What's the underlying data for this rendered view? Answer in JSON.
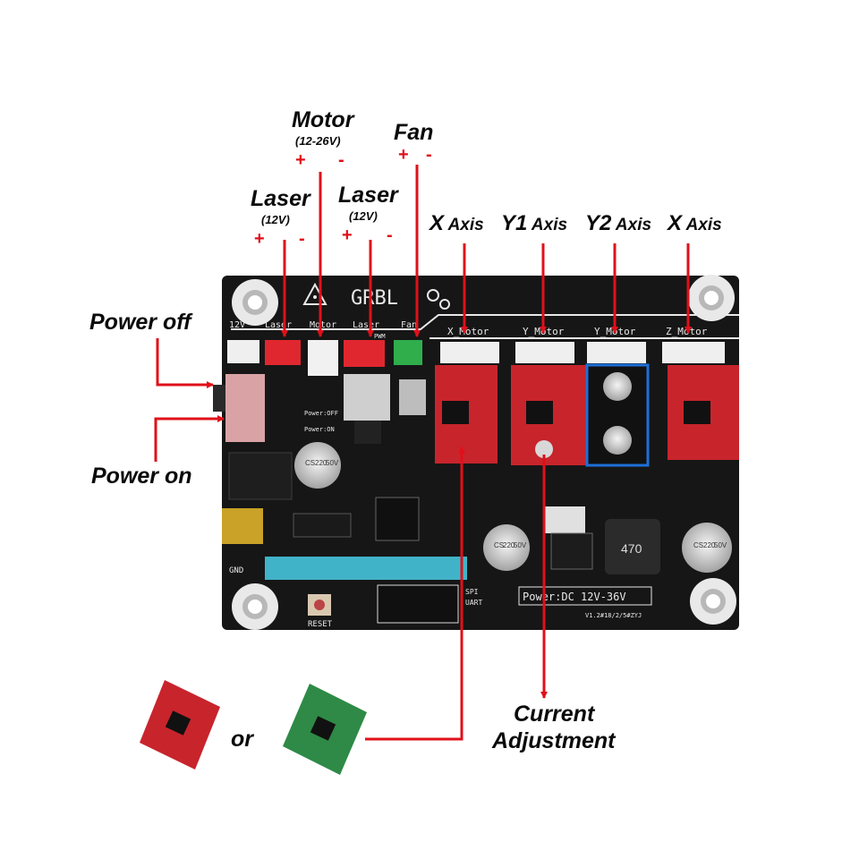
{
  "labels": {
    "motor": "Motor",
    "motor_voltage": "(12-26V)",
    "fan": "Fan",
    "laser_left": "Laser",
    "laser_left_voltage": "(12V)",
    "laser_right": "Laser",
    "laser_right_voltage": "(12V)",
    "plus": "+",
    "minus": "-",
    "power_off": "Power off",
    "power_on": "Power on",
    "current_adjustment_line1": "Current",
    "current_adjustment_line2": "Adjustment",
    "or": "or"
  },
  "axes": [
    {
      "main": "X",
      "suffix": " Axis"
    },
    {
      "main": "Y1",
      "suffix": " Axis"
    },
    {
      "main": "Y2",
      "suffix": " Axis"
    },
    {
      "main": "X",
      "suffix": " Axis"
    }
  ],
  "board": {
    "title": "GRBL",
    "header_12v": "12V",
    "header_laser": "Laser",
    "header_motor": "Motor",
    "header_laser2": "Laser",
    "header_fan": "Fan",
    "pwm": "PWM",
    "x_motor": "X_Motor",
    "y_motor": "Y_Motor",
    "y2_motor": "Y_Motor",
    "z_motor": "Z_Motor",
    "power_rating": "Power:DC 12V-36V",
    "version": "V1.2#18/2/5#ZYJ",
    "reset": "RESET",
    "spi": "SPI",
    "uart": "UART",
    "gnd": "GND",
    "power_off_silk": "Power:OFF",
    "power_on_silk": "Power:ON",
    "cap_cs": "CS",
    "cap_220": "220",
    "cap_50v": "50V",
    "inductor": "470"
  },
  "colors": {
    "arrow": "#e0101a",
    "board": "#161616",
    "driver_red": "#c8242c",
    "driver_green": "#2e8a46",
    "header_blue": "#1e6fd8"
  }
}
